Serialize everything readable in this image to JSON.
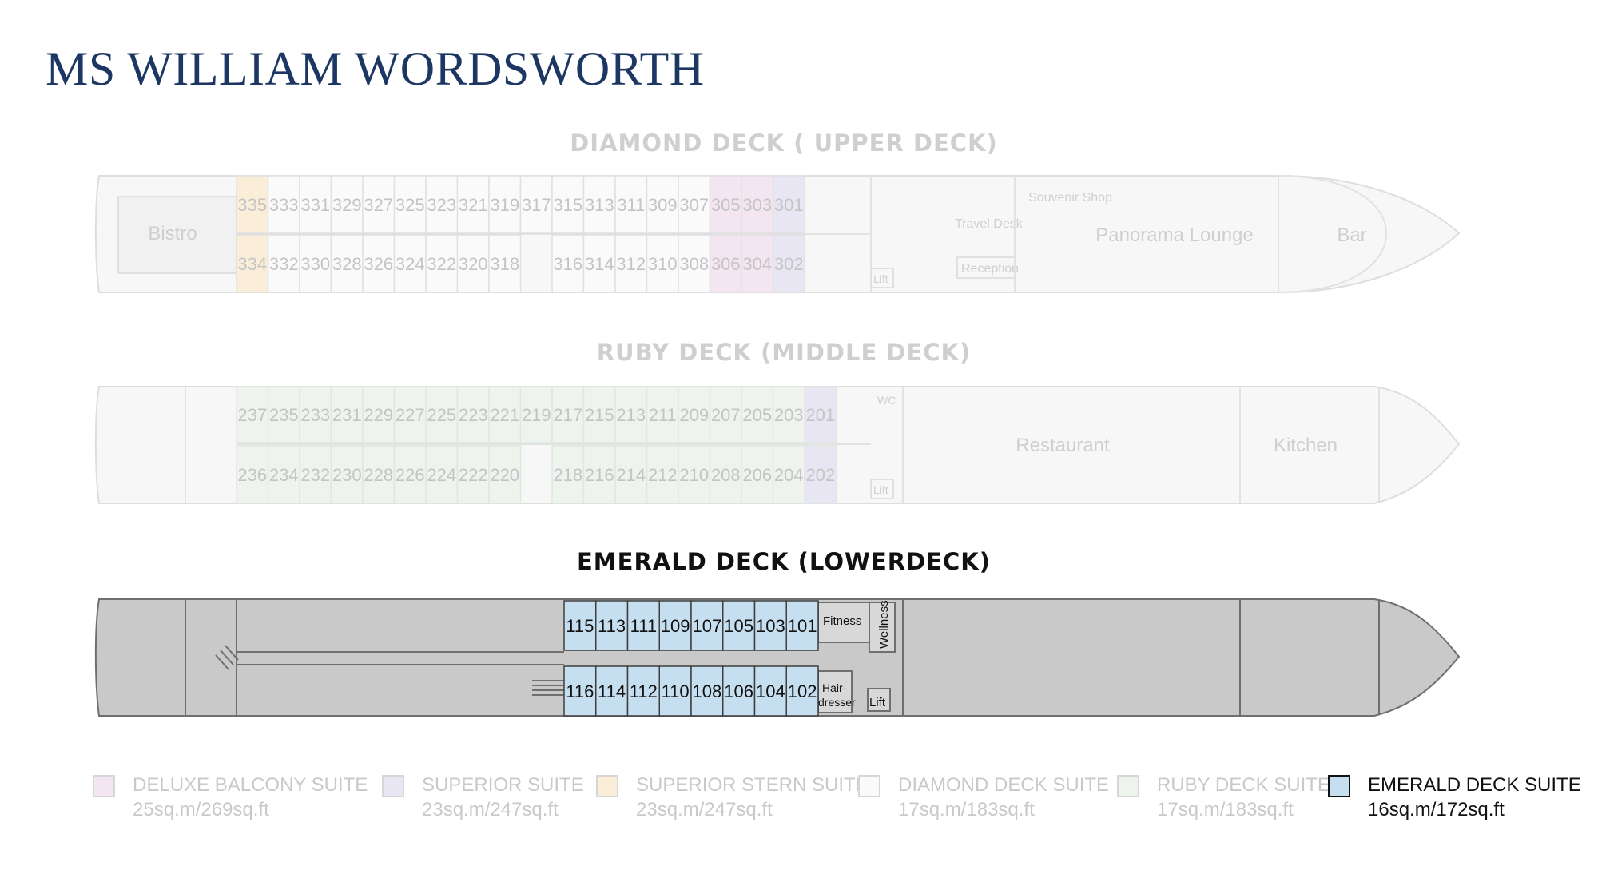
{
  "title": "MS WILLIAM WORDSWORTH",
  "colors": {
    "title": "#1c3763",
    "deluxe_balcony": "#f3e6f0",
    "superior": "#e9e6f3",
    "superior_stern": "#fbeed8",
    "diamond": "#fafafa",
    "ruby": "#eef3ee",
    "emerald": "#c5dff1",
    "emerald_hull": "#c9c9c9"
  },
  "decks": {
    "diamond": {
      "title": "DIAMOND DECK ( UPPER DECK)",
      "top_cabins": [
        "335",
        "333",
        "331",
        "329",
        "327",
        "325",
        "323",
        "321",
        "319",
        "317",
        "315",
        "313",
        "311",
        "309",
        "307",
        "305",
        "303",
        "301"
      ],
      "bottom_cabins_aft": [
        "334",
        "332",
        "330",
        "328",
        "326",
        "324",
        "322",
        "320",
        "318"
      ],
      "bottom_cabins_fwd": [
        "316",
        "314",
        "312",
        "310",
        "308",
        "306",
        "304",
        "302"
      ],
      "labels": {
        "bistro": "Bistro",
        "souvenir_shop": "Souvenir Shop",
        "travel_desk": "Travel Desk",
        "reception": "Reception",
        "lift": "Lift",
        "panorama_lounge": "Panorama Lounge",
        "bar": "Bar"
      }
    },
    "ruby": {
      "title": "RUBY DECK (MIDDLE DECK)",
      "top_cabins": [
        "237",
        "235",
        "233",
        "231",
        "229",
        "227",
        "225",
        "223",
        "221",
        "219",
        "217",
        "215",
        "213",
        "211",
        "209",
        "207",
        "205",
        "203",
        "201"
      ],
      "bottom_cabins_aft": [
        "236",
        "234",
        "232",
        "230",
        "228",
        "226",
        "224",
        "222",
        "220"
      ],
      "bottom_cabins_fwd": [
        "218",
        "216",
        "214",
        "212",
        "210",
        "208",
        "206",
        "204",
        "202"
      ],
      "labels": {
        "wc": "WC",
        "lift": "Lift",
        "restaurant": "Restaurant",
        "kitchen": "Kitchen"
      }
    },
    "emerald": {
      "title": "EMERALD DECK (LOWERDECK)",
      "top_cabins": [
        "115",
        "113",
        "111",
        "109",
        "107",
        "105",
        "103",
        "101"
      ],
      "bottom_cabins": [
        "116",
        "114",
        "112",
        "110",
        "108",
        "106",
        "104",
        "102"
      ],
      "labels": {
        "fitness": "Fitness",
        "wellness": "Wellness",
        "hairdresser_1": "Hair-",
        "hairdresser_2": "dresser",
        "lift": "Lift"
      }
    }
  },
  "legend": [
    {
      "name": "DELUXE BALCONY SUITE",
      "size": "25sq.m/269sq.ft",
      "color": "#f3e6f0",
      "active": false
    },
    {
      "name": "SUPERIOR SUITE",
      "size": "23sq.m/247sq.ft",
      "color": "#e9e6f3",
      "active": false
    },
    {
      "name": "SUPERIOR STERN SUITE",
      "size": "23sq.m/247sq.ft",
      "color": "#fbeed8",
      "active": false
    },
    {
      "name": "DIAMOND DECK SUITE",
      "size": "17sq.m/183sq.ft",
      "color": "#fafafa",
      "active": false
    },
    {
      "name": "RUBY DECK SUITE",
      "size": "17sq.m/183sq.ft",
      "color": "#eef3ee",
      "active": false
    },
    {
      "name": "EMERALD DECK SUITE",
      "size": "16sq.m/172sq.ft",
      "color": "#c5dff1",
      "active": true
    }
  ]
}
